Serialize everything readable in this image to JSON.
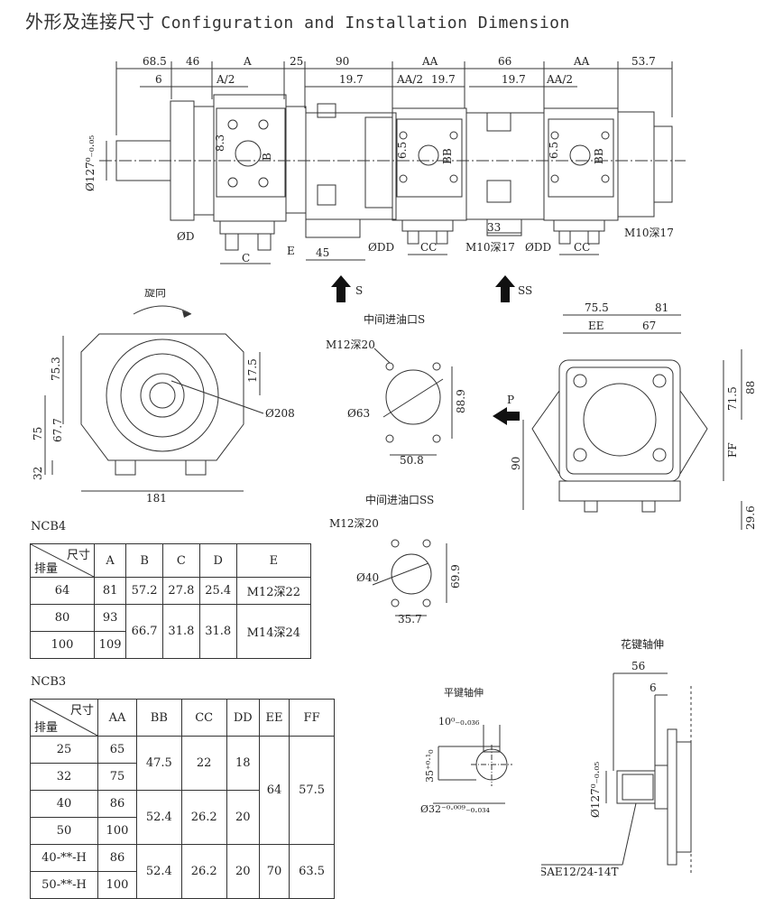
{
  "title": {
    "cn": "外形及连接尺寸",
    "en": "Configuration and Installation Dimension"
  },
  "main_view": {
    "top_dims": [
      "68.5",
      "46",
      "A",
      "25",
      "90",
      "AA",
      "66",
      "AA",
      "53.7"
    ],
    "sub_dims": [
      "6",
      "A/2",
      "19.7",
      "AA/2",
      "19.7",
      "19.7",
      "AA/2"
    ],
    "side_labels": [
      "Ø127⁰₋₀.₀₅",
      "8.3",
      "B",
      "6.5",
      "BB",
      "6.5",
      "BB"
    ],
    "bottom_labels": [
      "ØD",
      "E",
      "C",
      "45",
      "ØDD",
      "CC",
      "M10深17",
      "33",
      "ØDD",
      "CC",
      "M10深17"
    ],
    "arrows": [
      "S",
      "SS"
    ]
  },
  "front_view": {
    "rotation_label": "旋向",
    "dims": [
      "75.3",
      "75",
      "67.7",
      "32",
      "181",
      "17.5",
      "Ø208"
    ]
  },
  "port_s": {
    "title": "中间进油口S",
    "labels": [
      "M12深20",
      "Ø63",
      "88.9",
      "50.8"
    ]
  },
  "port_ss": {
    "title": "中间进油口SS",
    "labels": [
      "M12深20",
      "Ø40",
      "69.9",
      "35.7"
    ]
  },
  "end_view": {
    "dims": [
      "75.5",
      "81",
      "EE",
      "67",
      "71.5",
      "88",
      "FF",
      "90",
      "29.6"
    ],
    "arrow": "P"
  },
  "ncb4": {
    "caption": "NCB4",
    "corner_top": "尺寸",
    "corner_bottom": "排量",
    "headers": [
      "A",
      "B",
      "C",
      "D",
      "E"
    ],
    "rows": [
      [
        "64",
        "81",
        "57.2",
        "27.8",
        "25.4",
        "M12深22"
      ],
      [
        "80",
        "93",
        "66.7",
        "31.8",
        "31.8",
        "M14深24"
      ],
      [
        "100",
        "109"
      ]
    ]
  },
  "ncb3": {
    "caption": "NCB3",
    "corner_top": "尺寸",
    "corner_bottom": "排量",
    "headers": [
      "AA",
      "BB",
      "CC",
      "DD",
      "EE",
      "FF"
    ],
    "rows": [
      {
        "d": "25",
        "aa": "65"
      },
      {
        "d": "32",
        "aa": "75"
      },
      {
        "d": "40",
        "aa": "86"
      },
      {
        "d": "50",
        "aa": "100"
      },
      {
        "d": "40-**-H",
        "aa": "86"
      },
      {
        "d": "50-**-H",
        "aa": "100"
      }
    ],
    "merged": {
      "bb1": "47.5",
      "cc1": "22",
      "dd1": "18",
      "bb2": "52.4",
      "cc2": "26.2",
      "dd2": "20",
      "ee1": "64",
      "ff1": "57.5",
      "bb3": "52.4",
      "cc3": "26.2",
      "dd3": "20",
      "ee3": "70",
      "ff3": "63.5"
    }
  },
  "flat_key": {
    "title": "平键轴伸",
    "labels": [
      "10⁰₋₀.₀₃₆",
      "35⁺⁰·¹₀",
      "Ø32⁻⁰·⁰⁰⁹₋₀.₀₃₄"
    ]
  },
  "spline": {
    "title": "花键轴伸",
    "labels": [
      "56",
      "6",
      "Ø127⁰₋₀.₀₅",
      "SAE12/24-14T"
    ]
  }
}
